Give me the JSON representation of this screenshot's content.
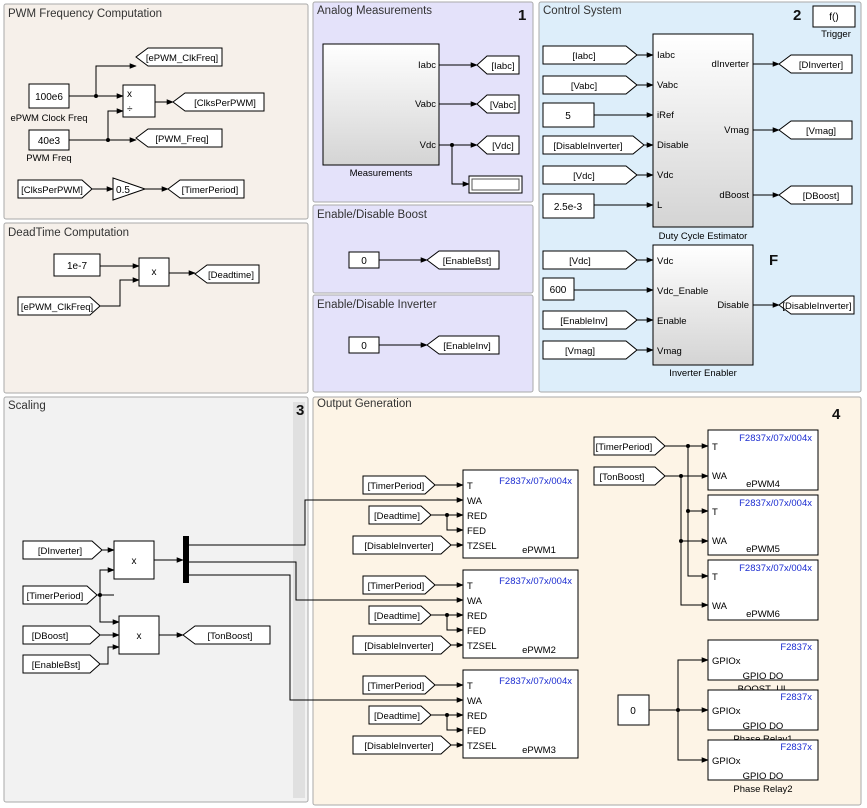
{
  "areas": {
    "pwm_freq": "PWM Frequency Computation",
    "deadtime": "DeadTime Computation",
    "analog": "Analog Measurements",
    "analog_num": "1",
    "boost": "Enable/Disable Boost",
    "inverter": "Enable/Disable Inverter",
    "control": "Control System",
    "control_num": "2",
    "scaling": "Scaling",
    "scaling_num": "3",
    "output": "Output Generation",
    "output_num": "4"
  },
  "blocks": {
    "clock_val": "100e6",
    "clock_label": "ePWM Clock Freq",
    "pwm_val": "40e3",
    "pwm_label": "PWM Freq",
    "gain_val": "0.5",
    "deadtime_val": "1e-7",
    "mult": "x",
    "div": "÷",
    "enable_bst_val": "0",
    "enable_inv_val": "0",
    "meas_label": "Measurements",
    "dce_label": "Duty Cycle Estimator",
    "ie_label": "Inverter Enabler",
    "ie_letter": "F",
    "iref_val": "5",
    "l_val": "2.5e-3",
    "vdc_enable_val": "600",
    "trigger_fn": "f()",
    "trigger_label": "Trigger",
    "gpio_const": "0"
  },
  "tags": {
    "epwm_clkfreq": "[ePWM_ClkFreq]",
    "clksperpwm": "[ClksPerPWM]",
    "pwm_freq": "[PWM_Freq]",
    "timerperiod": "[TimerPeriod]",
    "deadtime": "[Deadtime]",
    "iabc": "[Iabc]",
    "vabc": "[Vabc]",
    "vdc": "[Vdc]",
    "enablebst": "[EnableBst]",
    "enableinv": "[EnableInv]",
    "dinverter": "[DInverter]",
    "vmag": "[Vmag]",
    "dboost": "[DBoost]",
    "disableinverter": "[DisableInverter]",
    "tonboost": "[TonBoost]"
  },
  "ports": {
    "meas_out": [
      "Iabc",
      "Vabc",
      "Vdc"
    ],
    "dce_in": [
      "Iabc",
      "Vabc",
      "iRef",
      "Disable",
      "Vdc",
      "L"
    ],
    "dce_out": [
      "dInverter",
      "Vmag",
      "dBoost"
    ],
    "ie_in": [
      "Vdc",
      "Vdc_Enable",
      "Enable",
      "Vmag"
    ],
    "ie_out": "Disable",
    "epwm_in": [
      "T",
      "WA",
      "RED",
      "FED",
      "TZSEL"
    ],
    "epwm_small_in": [
      "T",
      "WA"
    ],
    "gpio_in": "GPIOx"
  },
  "epwm": {
    "family": "F2837x/07x/004x",
    "names": [
      "ePWM1",
      "ePWM2",
      "ePWM3",
      "ePWM4",
      "ePWM5",
      "ePWM6"
    ]
  },
  "gpio": {
    "family": "F2837x",
    "do_label": "GPIO DO",
    "labels": [
      "BOOST_UL",
      "Phase Relay1",
      "Phase Relay2"
    ]
  }
}
